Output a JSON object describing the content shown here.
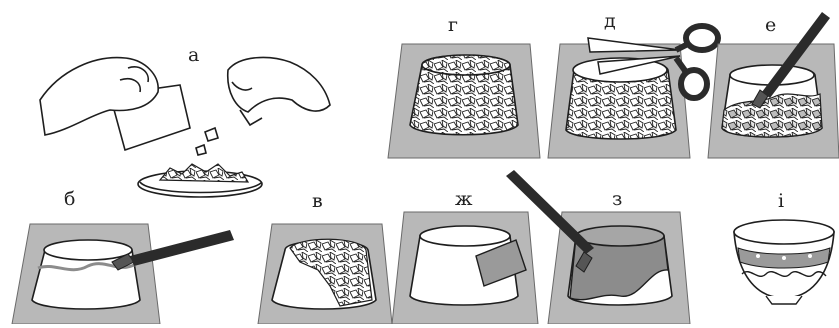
{
  "figure": {
    "panels": [
      {
        "id": "a",
        "label": "а"
      },
      {
        "id": "b",
        "label": "б"
      },
      {
        "id": "v",
        "label": "в"
      },
      {
        "id": "g",
        "label": "г"
      },
      {
        "id": "d",
        "label": "д"
      },
      {
        "id": "e",
        "label": "е"
      },
      {
        "id": "zh",
        "label": "ж"
      },
      {
        "id": "z",
        "label": "з"
      },
      {
        "id": "i",
        "label": "і"
      }
    ]
  },
  "colors": {
    "board": "#b8b8b8",
    "board_edge": "#6a6a6a",
    "outline": "#1e1e1e",
    "paper": "#ffffff",
    "wet_paste": "#8c8c8c",
    "handle": "#2b2b2b"
  },
  "icons": [
    "hands-tearing-paper-icon",
    "bowl-of-scraps-icon",
    "brush-icon",
    "scissors-icon",
    "decorated-bowl-icon"
  ]
}
